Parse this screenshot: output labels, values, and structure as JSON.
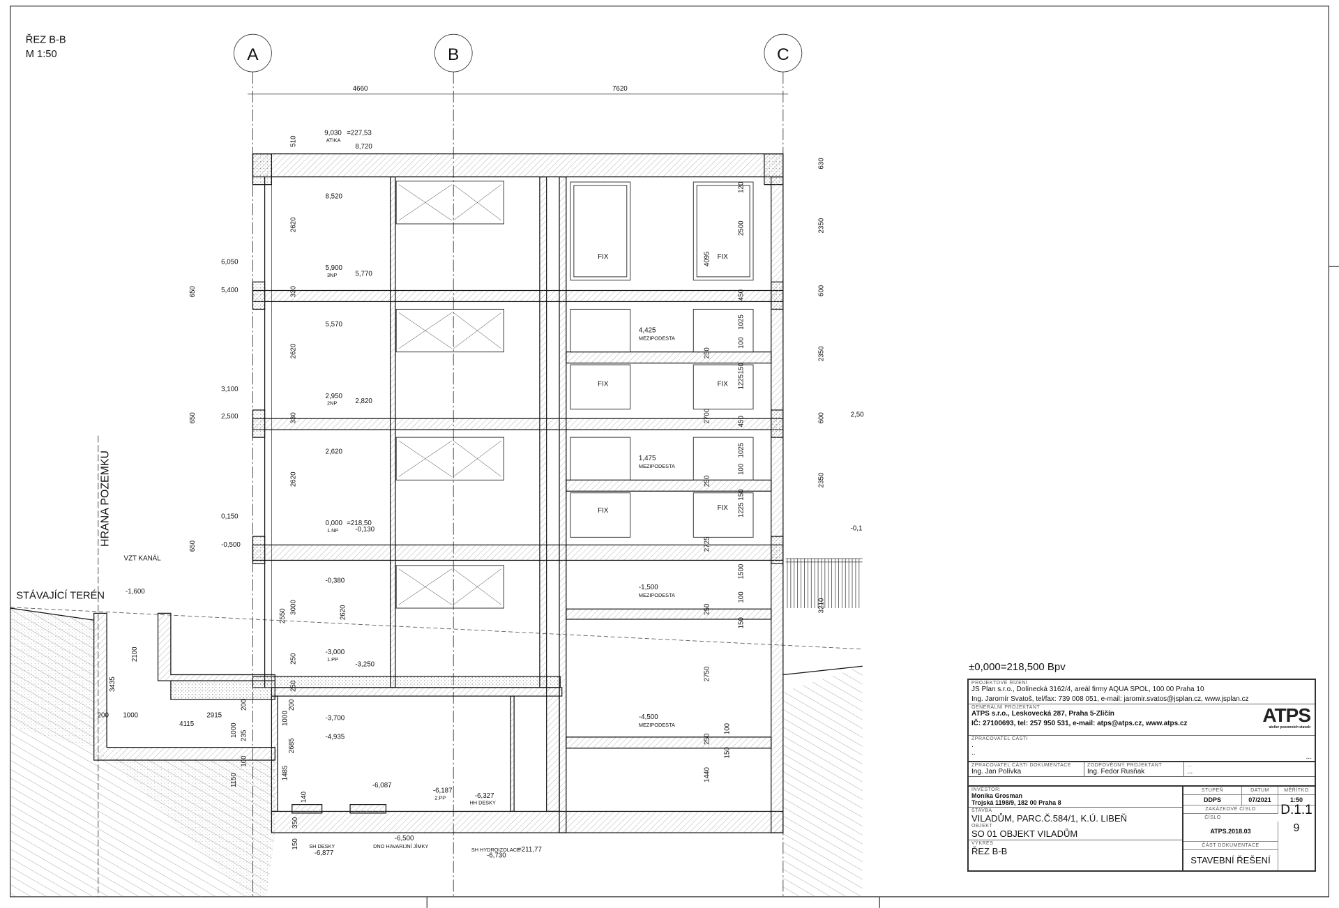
{
  "drawing": {
    "title": "ŘEZ B-B",
    "scale": "M 1:50",
    "axes": [
      "A",
      "B",
      "C"
    ],
    "labels": [
      "4660",
      "7620",
      "9,030",
      "ATIKA",
      "=227,53",
      "8,720",
      "510",
      "8,520",
      "2620",
      "5,900",
      "3NP",
      "5,770",
      "6,050",
      "5,400",
      "650",
      "330",
      "5,570",
      "2620",
      "2,950",
      "2NP",
      "2,820",
      "3,100",
      "2,500",
      "650",
      "330",
      "2,620",
      "2620",
      "0,000",
      "=218,50",
      "1.NP",
      "-0,130",
      "0,150",
      "-0,500",
      "650",
      "-0,380",
      "3000",
      "2550",
      "2620",
      "-3,000",
      "1.PP",
      "-3,250",
      "250",
      "250",
      "HRANA POZEMKU",
      "VZT KANÁL",
      "STÁVAJÍCÍ TERÉN",
      "-1,600",
      "2100",
      "3435",
      "200",
      "1000",
      "2915",
      "4115",
      "200",
      "1000",
      "235",
      "100",
      "1150",
      "200",
      "1000",
      "2685",
      "1485",
      "140",
      "350",
      "150",
      "-3,700",
      "-4,935",
      "-6,087",
      "-6,187",
      "2.PP",
      "-6,327",
      "HH DESKY",
      "-6,500",
      "DNO HAVARIJNÍ JÍMKY",
      "SH DESKY",
      "-6,877",
      "SH HYDROIZOLACE",
      "=211,77",
      "-6,730",
      "FIX",
      "FIX",
      "FIX",
      "FIX",
      "FIX",
      "FIX",
      "4,425",
      "MEZIPODESTA",
      "1,475",
      "MEZIPODESTA",
      "-1,500",
      "MEZIPODESTA",
      "-4,500",
      "MEZIPODESTA",
      "120",
      "2500",
      "4095",
      "450",
      "1025",
      "100",
      "250",
      "150",
      "1225",
      "2700",
      "450",
      "1025",
      "100",
      "250",
      "150",
      "1225",
      "2725",
      "1500",
      "100",
      "250",
      "150",
      "2750",
      "100",
      "250",
      "150",
      "1440",
      "630",
      "2350",
      "600",
      "2350",
      "600",
      "2350",
      "3210",
      "2,50",
      "-0,1"
    ]
  },
  "title_block": {
    "datum_elevation": "±0,000=218,500 Bpv",
    "project_management_label": "PROJEKTOVÉ ŘÍZENÍ",
    "project_management_line1": "JS Plan s.r.o., Dolínecká 3162/4, areál firmy AQUA SPOL, 100 00 Praha 10",
    "project_management_line2": "Ing. Jaromír Svatoš, tel/fax: 739 008 051, e-mail: jaromir.svatos@jsplan.cz, www.jsplan.cz",
    "general_designer_label": "GENERÁLNÍ PROJEKTANT",
    "general_designer_line1": "ATPS s.r.o., Leskovecká 287, Praha 5-Zličín",
    "general_designer_line2": "IČ: 27100693, tel: 257 950 531, e-mail: atps@atps.cz, www.atps.cz",
    "logo_text": "ATPS",
    "logo_subtitle": "atelier pozemních staveb",
    "part_author_label": "ZPRACOVATEL ČÁSTI",
    "part_author_line1": ".",
    "part_author_line2": "..",
    "part_author_dots": "...",
    "doc_author_label": "ZPRACOVATEL ČÁSTI DOKUMENTACE",
    "doc_author": "Ing. Jan Polívka",
    "responsible_label": "ZODPOVĚDNÝ PROJEKTANT",
    "responsible": "Ing. Fedor Rusňak",
    "third_label": "...",
    "third_value": "...",
    "investor_label": "INVESTOR:",
    "investor_name": "Monika Grosman",
    "investor_address": "Trojská 1198/9, 182 00 Praha 8",
    "building_label": "STAVBA",
    "building": "VILADŮM, PARC.Č.584/1, K.Ú. LIBEŇ",
    "object_label": "OBJEKT",
    "object": "SO 01 OBJEKT VILADŮM",
    "drawing_label": "VÝKRES",
    "drawing": "ŘEZ B-B",
    "stage_label": "STUPEŇ",
    "stage": "DDPS",
    "date_label": "DATUM",
    "date": "07/2021",
    "scale_label": "MĚŘÍTKO",
    "scale": "1:50",
    "order_label": "ZAKÁZKOVÉ ČÍSLO",
    "order": "ATPS.2018.03",
    "number_label": "ČÍSLO",
    "number": "D.1.1",
    "sheet": "9",
    "doc_part_label": "ČÁST DOKUMENTACE",
    "doc_part": "STAVEBNÍ ŘEŠENÍ"
  }
}
